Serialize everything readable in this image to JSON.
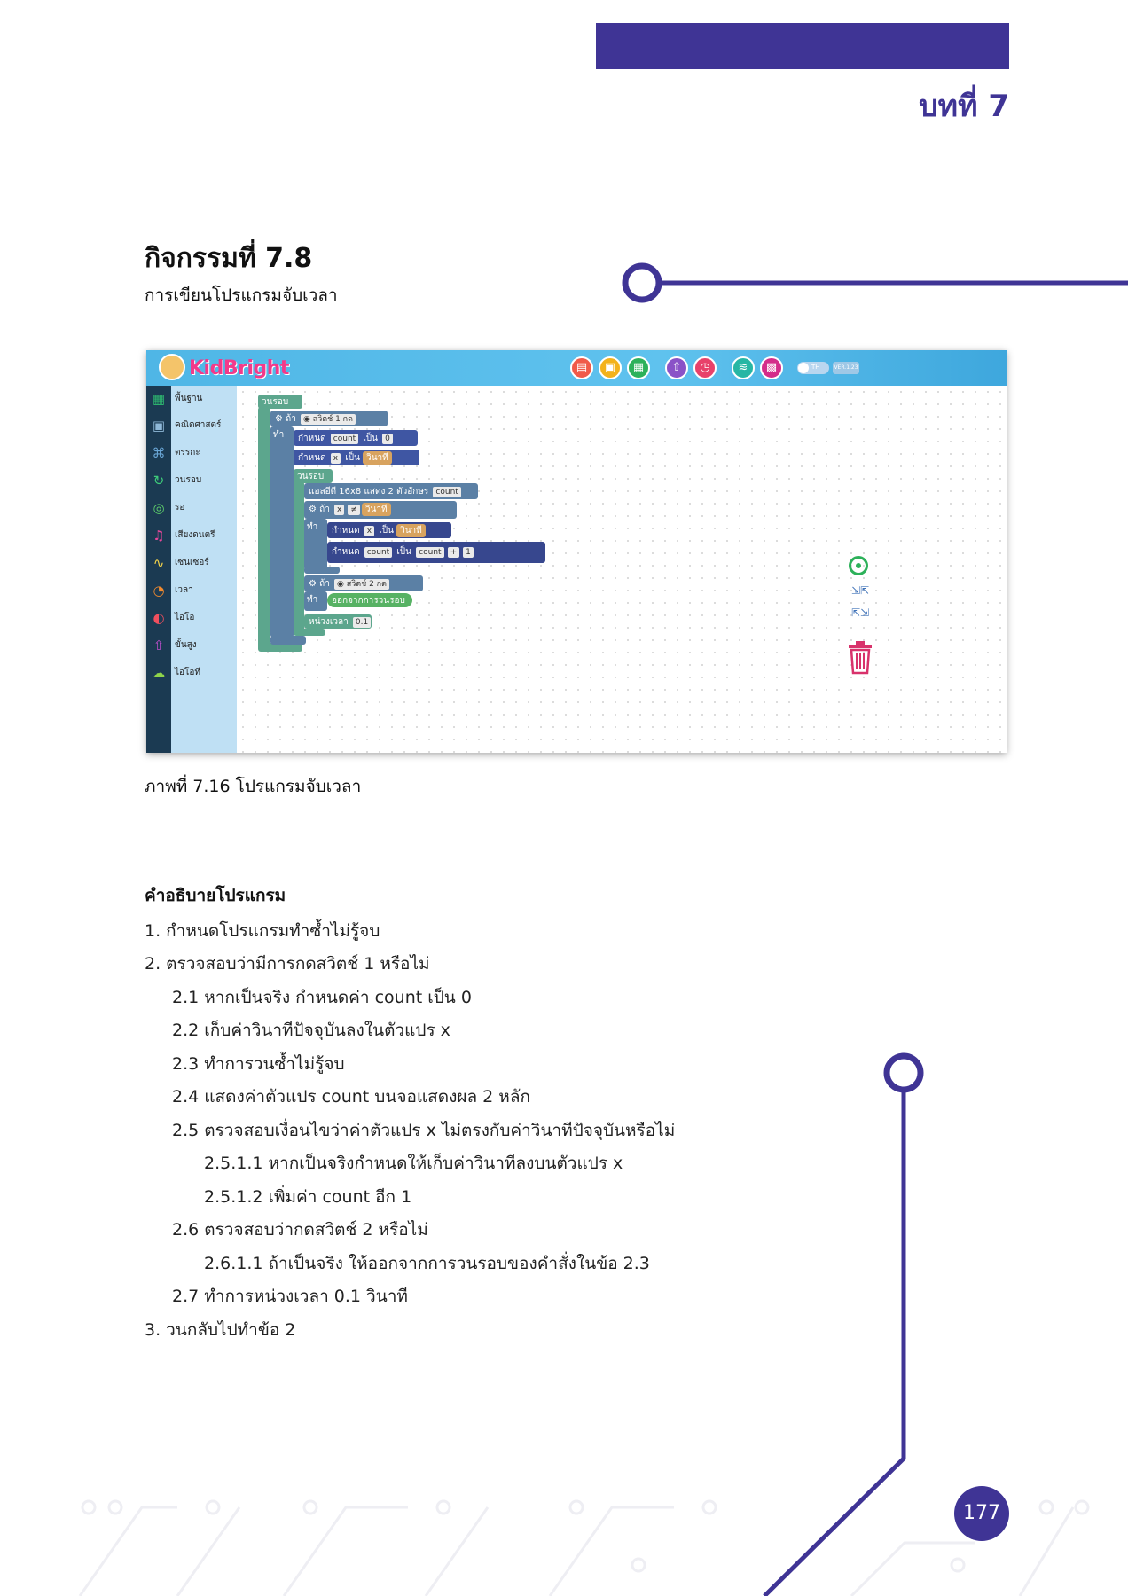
{
  "header": {
    "chapter": "บทที่ 7",
    "accent": "#3f3495"
  },
  "activity": {
    "title": "กิจกรรมที่ 7.8",
    "subtitle": "การเขียนโปรแกรมจับเวลา"
  },
  "app": {
    "logo": "KidBright",
    "toolbar_icons": [
      "new-file-icon",
      "open-folder-icon",
      "save-icon",
      "upload-icon",
      "alarm-clock-icon",
      "wifi-icon",
      "qr-code-icon"
    ],
    "toggle_label": "TH",
    "version": "VER.1.23",
    "categories": [
      {
        "label": "พื้นฐาน",
        "icon": "grid-icon"
      },
      {
        "label": "คณิตศาสตร์",
        "icon": "calculator-icon"
      },
      {
        "label": "ตรรกะ",
        "icon": "logic-tree-icon"
      },
      {
        "label": "วนรอบ",
        "icon": "loop-icon"
      },
      {
        "label": "รอ",
        "icon": "wait-icon"
      },
      {
        "label": "เสียงดนตรี",
        "icon": "music-note-icon"
      },
      {
        "label": "เซนเซอร์",
        "icon": "sensor-icon"
      },
      {
        "label": "เวลา",
        "icon": "clock-icon"
      },
      {
        "label": "ไอโอ",
        "icon": "io-toggle-icon"
      },
      {
        "label": "ขั้นสูง",
        "icon": "advanced-arrow-icon"
      },
      {
        "label": "ไอโอที",
        "icon": "iot-cloud-icon"
      }
    ],
    "blocks": {
      "loop_label": "วนรอบ",
      "if_label": "ถ้า",
      "do_label": "ทำ",
      "switch1": "สวิตช์ 1 กด",
      "set_label": "กำหนด",
      "var_count": "count",
      "be_label": "เป็น",
      "zero": "0",
      "var_x": "x",
      "second": "วินาที",
      "led_display": "แอลอีดี 16x8 แสดง 2 ตัวอักษร",
      "neq": "≠",
      "plus": "+",
      "one": "1",
      "switch2": "สวิตช์ 2 กด",
      "break_loop": "ออกจากการวนรอบ",
      "delay": "หน่วงเวลา",
      "delay_value": "0.1"
    },
    "side_controls": [
      "center-target-icon",
      "zoom-in-icon",
      "zoom-out-icon",
      "trash-icon"
    ]
  },
  "figure_caption": "ภาพที่ 7.16 โปรแกรมจับเวลา",
  "description": {
    "title": "คำอธิบายโปรแกรม",
    "steps": [
      {
        "text": "1.  กำหนดโปรแกรมทำซ้ำไม่รู้จบ",
        "level": 0
      },
      {
        "text": "2.  ตรวจสอบว่ามีการกดสวิตช์ 1 หรือไม่",
        "level": 0
      },
      {
        "text": "2.1 หากเป็นจริง กำหนดค่า count เป็น 0",
        "level": 1
      },
      {
        "text": "2.2 เก็บค่าวินาทีปัจจุบันลงในตัวแปร x",
        "level": 1
      },
      {
        "text": "2.3 ทำการวนซ้ำไม่รู้จบ",
        "level": 1
      },
      {
        "text": "2.4 แสดงค่าตัวแปร count บนจอแสดงผล 2 หลัก",
        "level": 1
      },
      {
        "text": "2.5 ตรวจสอบเงื่อนไขว่าค่าตัวแปร x ไม่ตรงกับค่าวินาทีปัจจุบันหรือไม่",
        "level": 1
      },
      {
        "text": "2.5.1.1 หากเป็นจริงกำหนดให้เก็บค่าวินาทีลงบนตัวแปร x",
        "level": 2
      },
      {
        "text": "2.5.1.2 เพิ่มค่า count อีก 1",
        "level": 2
      },
      {
        "text": "2.6 ตรวจสอบว่ากดสวิตช์ 2 หรือไม่",
        "level": 1
      },
      {
        "text": "2.6.1.1 ถ้าเป็นจริง ให้ออกจากการวนรอบของคำสั่งในข้อ 2.3",
        "level": 2
      },
      {
        "text": "2.7 ทำการหน่วงเวลา 0.1 วินาที",
        "level": 1
      },
      {
        "text": "3.  วนกลับไปทำข้อ 2",
        "level": 0
      }
    ]
  },
  "page_number": "177"
}
